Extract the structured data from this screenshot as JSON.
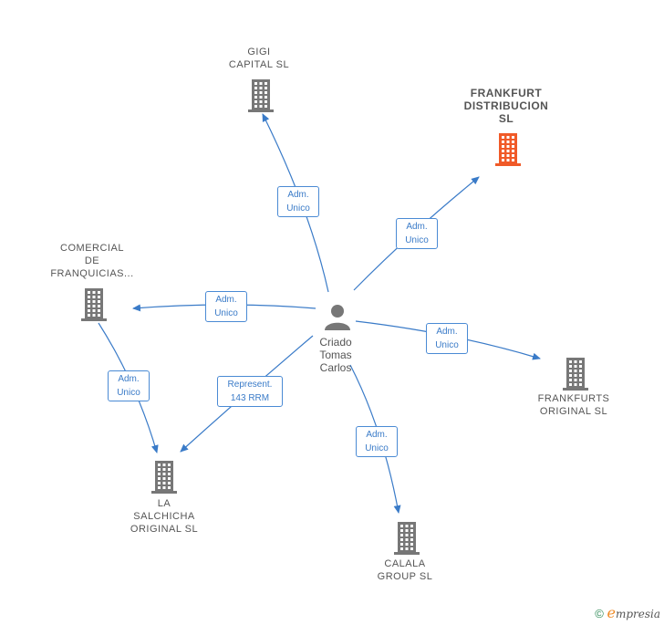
{
  "colors": {
    "edge": "#3a7bc8",
    "building": "#777777",
    "highlight": "#f05a28",
    "person": "#777777"
  },
  "center": {
    "name": "Criado\nTomas\nCarlos",
    "icon": "person-icon"
  },
  "companies": [
    {
      "id": "gigi",
      "name": "GIGI\nCAPITAL  SL",
      "highlight": false
    },
    {
      "id": "frankfurt",
      "name": "FRANKFURT\nDISTRIBUCION\nSL",
      "highlight": true
    },
    {
      "id": "comercial",
      "name": "COMERCIAL\nDE\nFRANQUICIAS...",
      "highlight": false
    },
    {
      "id": "frankfurts",
      "name": "FRANKFURTS\nORIGINAL  SL",
      "highlight": false
    },
    {
      "id": "salchicha",
      "name": "LA\nSALCHICHA\nORIGINAL  SL",
      "highlight": false
    },
    {
      "id": "calala",
      "name": "CALALA\nGROUP  SL",
      "highlight": false
    }
  ],
  "edges": [
    {
      "from": "center",
      "to": "gigi",
      "label": "Adm.\nUnico"
    },
    {
      "from": "center",
      "to": "frankfurt",
      "label": "Adm.\nUnico"
    },
    {
      "from": "center",
      "to": "comercial",
      "label": "Adm.\nUnico"
    },
    {
      "from": "center",
      "to": "frankfurts",
      "label": "Adm.\nUnico"
    },
    {
      "from": "center",
      "to": "salchicha",
      "label": "Represent.\n143 RRM"
    },
    {
      "from": "center",
      "to": "calala",
      "label": "Adm.\nUnico"
    },
    {
      "from": "comercial",
      "to": "salchicha",
      "label": "Adm.\nUnico"
    }
  ],
  "footer": {
    "copyright": "©",
    "brand_first": "e",
    "brand_rest": "mpresia"
  }
}
